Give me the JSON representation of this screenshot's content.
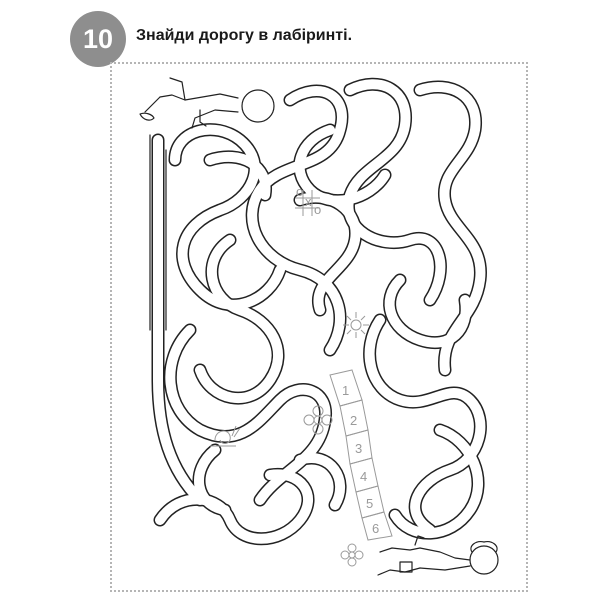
{
  "exercise": {
    "number": "10",
    "instruction": "Знайди дорогу в лабіринті."
  },
  "hopscotch": {
    "numbers": [
      "1",
      "2",
      "3",
      "4",
      "5",
      "6"
    ]
  },
  "icons": [
    "boy-lying-icon",
    "girl-standing-icon",
    "tic-tac-toe-icon",
    "flower-icon",
    "sun-icon",
    "snail-icon"
  ]
}
